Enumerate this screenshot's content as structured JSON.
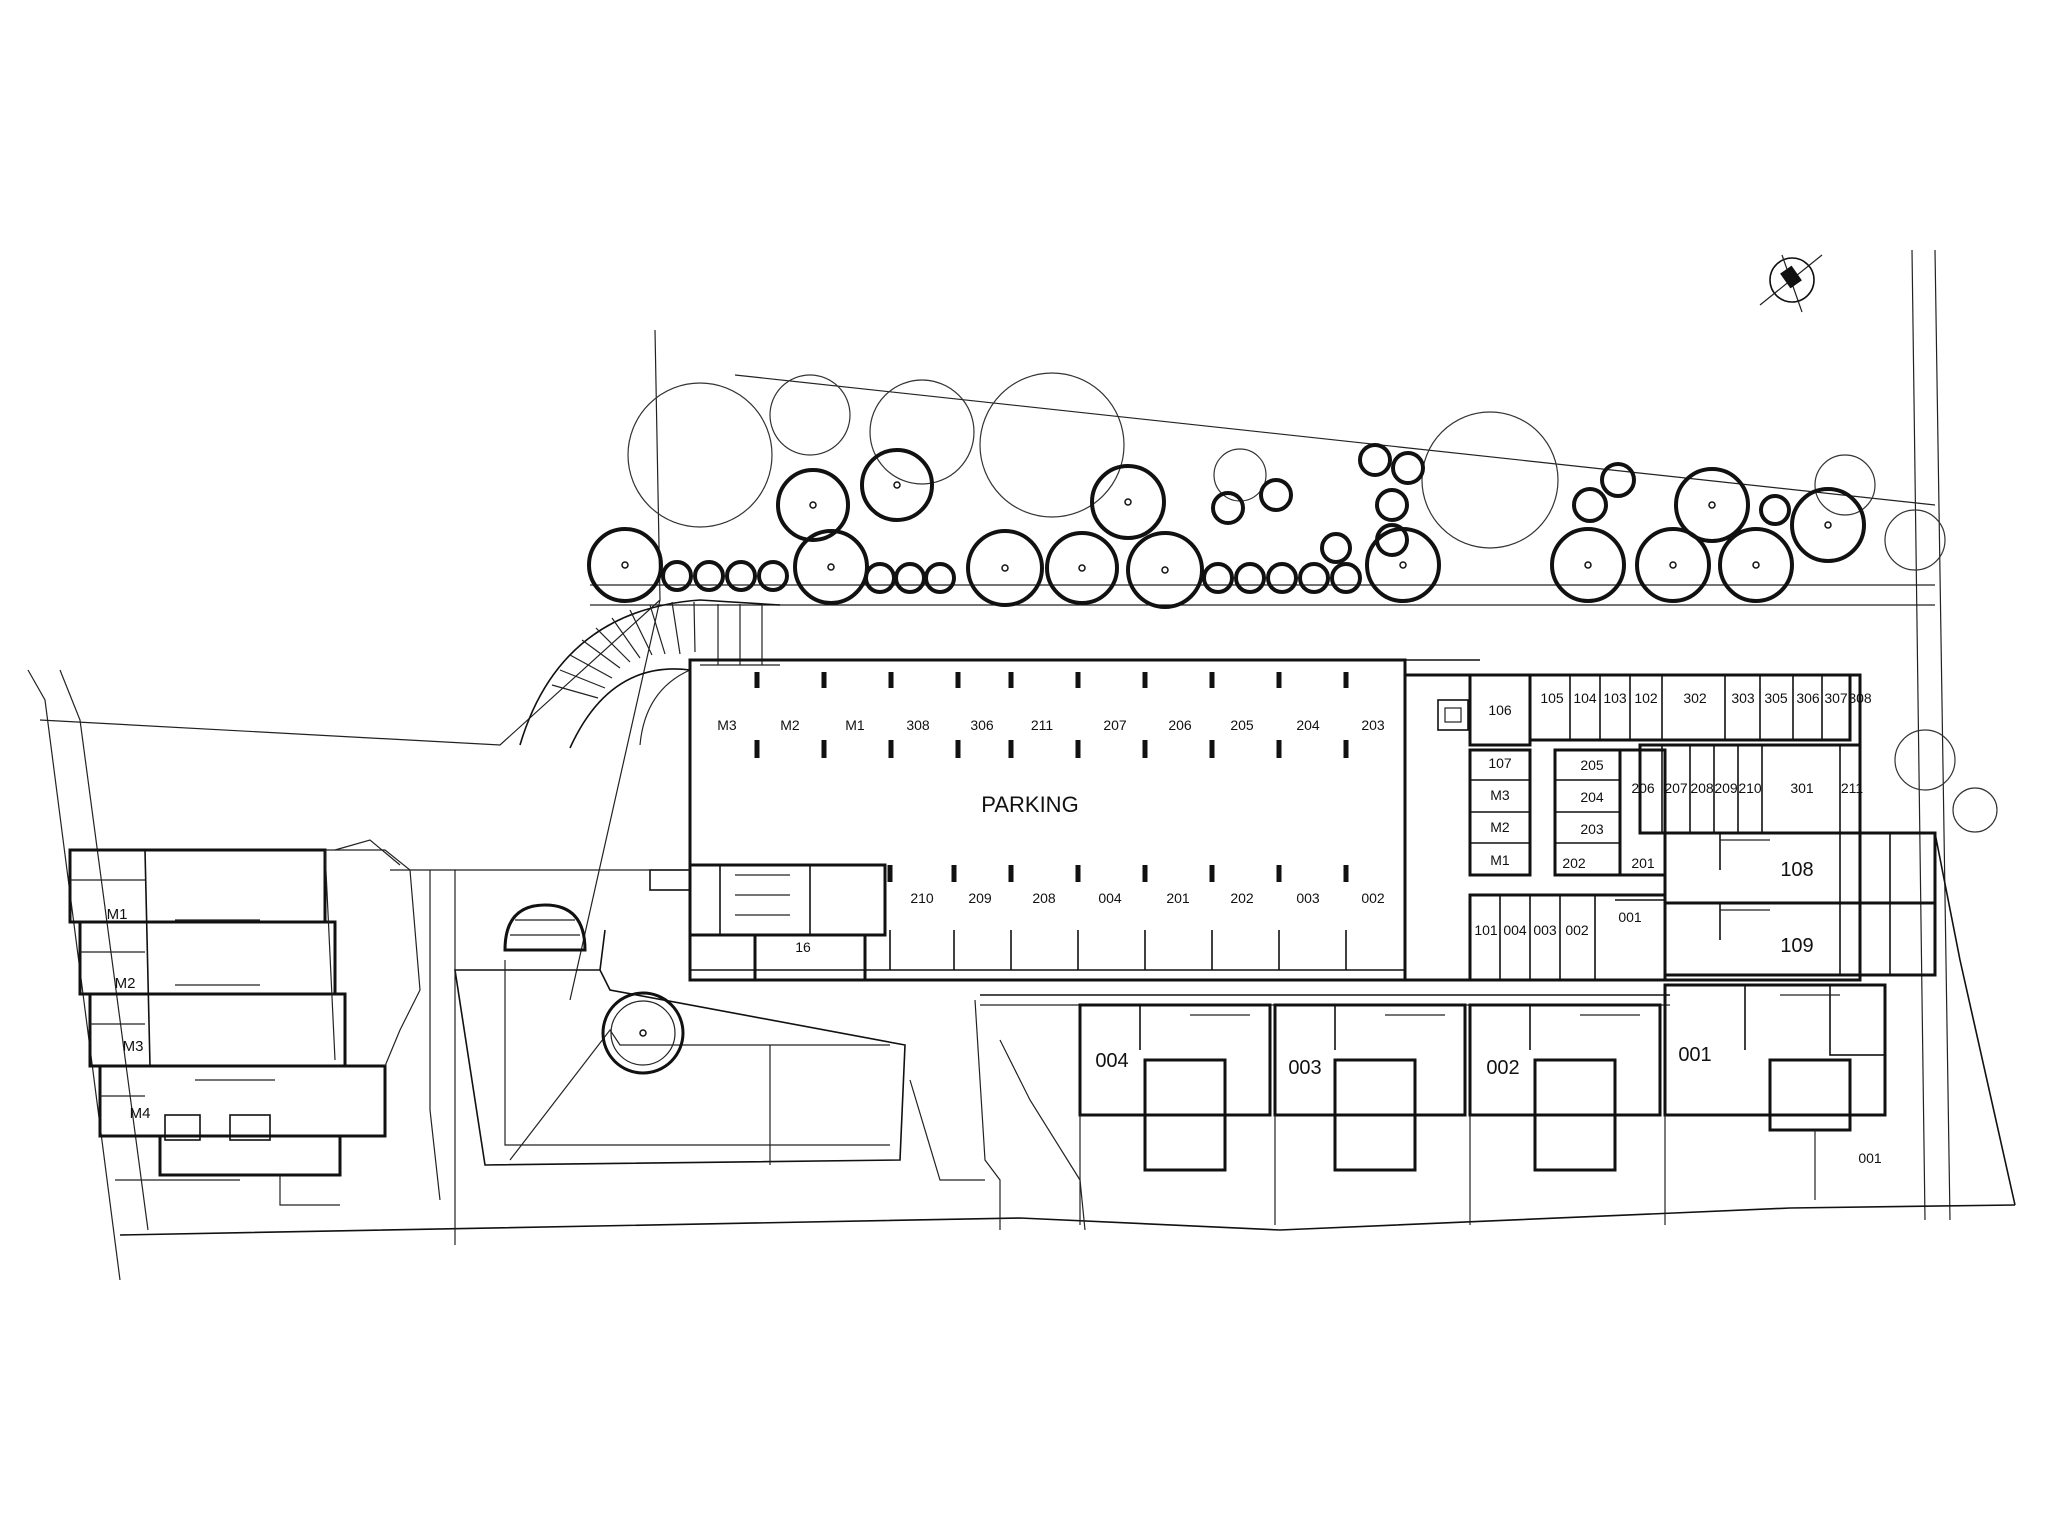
{
  "plan": {
    "parking_label": "PARKING",
    "parking_top_spaces": [
      "M3",
      "M2",
      "M1",
      "308",
      "306",
      "211",
      "207",
      "206",
      "205",
      "204",
      "203"
    ],
    "parking_bottom_spaces": [
      "210",
      "209",
      "208",
      "004",
      "201",
      "202",
      "003",
      "002"
    ],
    "small_label_16": "16",
    "storage_block": {
      "top_row": [
        "106",
        "105",
        "104",
        "103",
        "102",
        "302",
        "303",
        "305",
        "306",
        "307",
        "308"
      ],
      "left_col": [
        "107",
        "M3",
        "M2",
        "M1"
      ],
      "mid_col": [
        "205",
        "204",
        "203",
        "202"
      ],
      "right_row": [
        "206",
        "207",
        "208",
        "209",
        "210",
        "301",
        "211"
      ],
      "lower_row": [
        "101",
        "004",
        "003",
        "002",
        "001"
      ],
      "label_201": "201"
    },
    "east_units": [
      "108",
      "109"
    ],
    "south_units": [
      "004",
      "003",
      "002",
      "001"
    ],
    "southeast_unit": "001",
    "west_units": [
      "M1",
      "M2",
      "M3",
      "M4"
    ]
  }
}
